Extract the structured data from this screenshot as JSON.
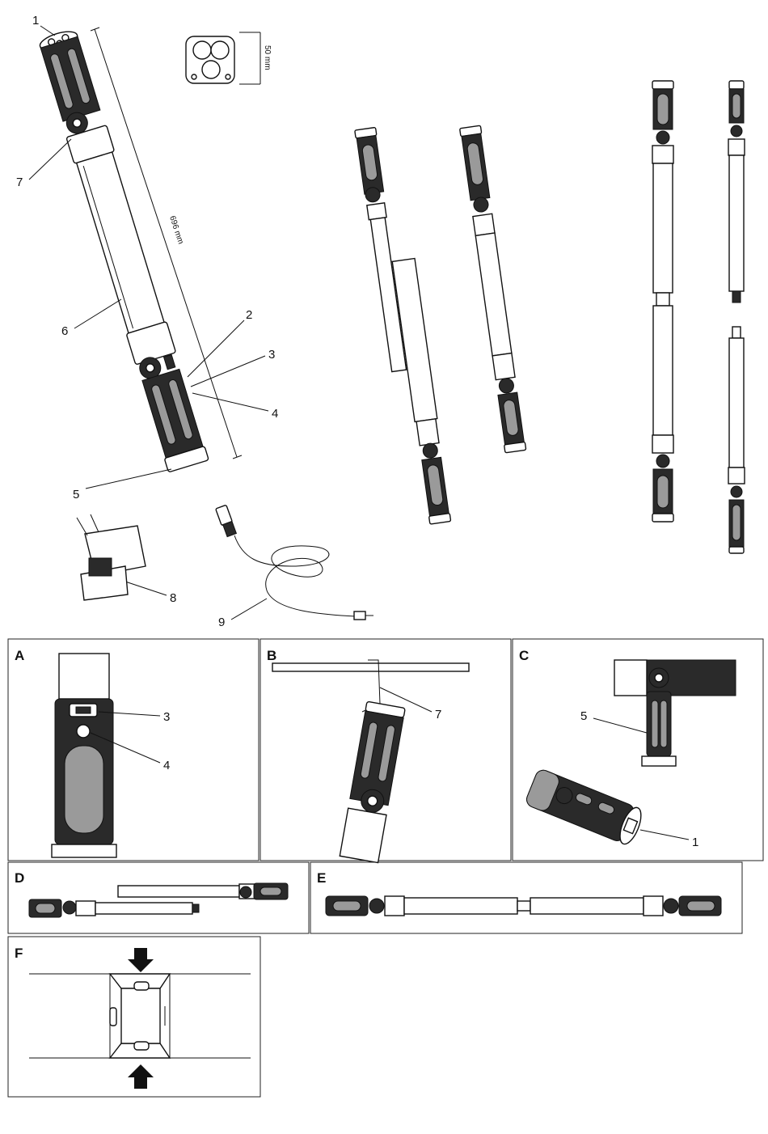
{
  "overview": {
    "labels": {
      "n1": "1",
      "n2": "2",
      "n3": "3",
      "n4": "4",
      "n5": "5",
      "n6": "6",
      "n7": "7",
      "n8": "8",
      "n9": "9"
    },
    "dim_diameter": "50 mm",
    "dim_length": "696 mm"
  },
  "panels": {
    "A": {
      "letter": "A",
      "labels": [
        "3",
        "4"
      ]
    },
    "B": {
      "letter": "B",
      "labels": [
        "7"
      ]
    },
    "C": {
      "letter": "C",
      "labels": [
        "5",
        "1"
      ]
    },
    "D": {
      "letter": "D"
    },
    "E": {
      "letter": "E"
    },
    "F": {
      "letter": "F"
    }
  }
}
